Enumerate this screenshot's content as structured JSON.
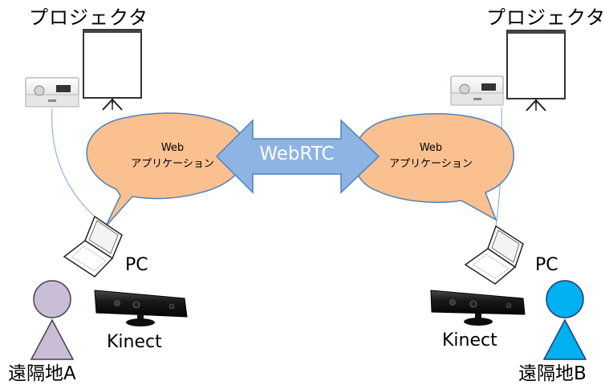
{
  "site_a": {
    "projector_label": "プロジェクタ",
    "bubble_line1": "Web",
    "bubble_line2": "アプリケーション",
    "pc_label": "PC",
    "kinect_label": "Kinect",
    "location_label": "遠隔地A",
    "person_color": "#c9bdd8"
  },
  "site_b": {
    "projector_label": "プロジェクタ",
    "bubble_line1": "Web",
    "bubble_line2": "アプリケーション",
    "pc_label": "PC",
    "kinect_label": "Kinect",
    "location_label": "遠隔地B",
    "person_color": "#00b0f0"
  },
  "connection": {
    "label": "WebRTC",
    "color": "#8eb4e3"
  },
  "colors": {
    "bubble_fill": "#fac090",
    "bubble_stroke": "#4f81bd",
    "cable": "#7ba6d8"
  },
  "icons": [
    "projector-icon",
    "screen-icon",
    "laptop-icon",
    "kinect-sensor-icon",
    "person-icon"
  ]
}
